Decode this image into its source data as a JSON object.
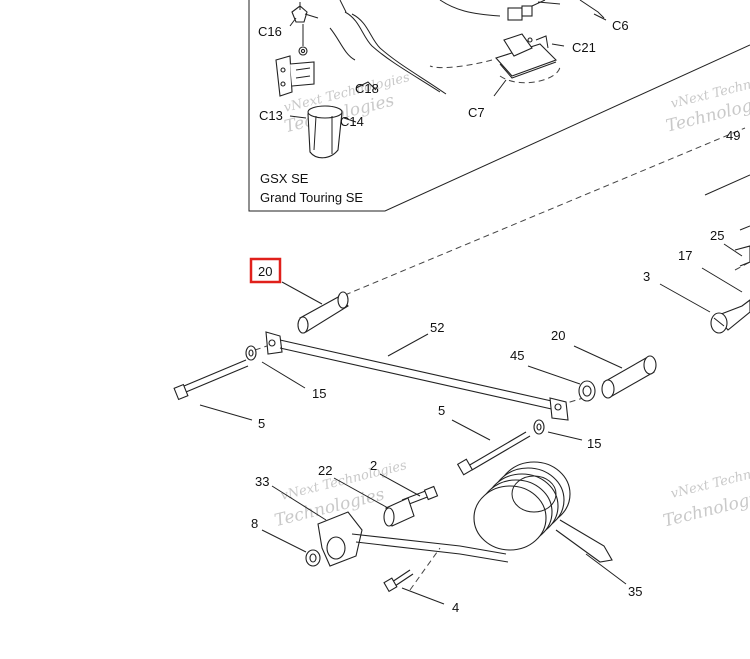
{
  "inset": {
    "labels": {
      "c16": "C16",
      "c18": "C18",
      "c13": "C13",
      "c14": "C14",
      "c6": "C6",
      "c21": "C21",
      "c7": "C7"
    },
    "caption_line1": "GSX  SE",
    "caption_line2": "Grand Touring SE"
  },
  "callouts": {
    "highlighted": "20",
    "p20b": "20",
    "p52": "52",
    "p45": "45",
    "p15a": "15",
    "p15b": "15",
    "p5a": "5",
    "p5b": "5",
    "p49": "49",
    "p25": "25",
    "p17": "17",
    "p3": "3",
    "p33": "33",
    "p22": "22",
    "p2": "2",
    "p8": "8",
    "p4": "4",
    "p35": "35"
  },
  "watermarks": {
    "w1_line1": "vNext Technologies",
    "w1_line2": "Technologies",
    "w2_line1": "vNext Technologies",
    "w2_line2": "Technologies",
    "w3_line1": "vNext Technologies",
    "w3_line2": "Technologies",
    "w4_line1": "vNext Technologies",
    "w4_line2": "Technologies"
  },
  "colors": {
    "highlight": "#e0201b",
    "line": "#222222",
    "watermark": "#c9c9c9"
  }
}
